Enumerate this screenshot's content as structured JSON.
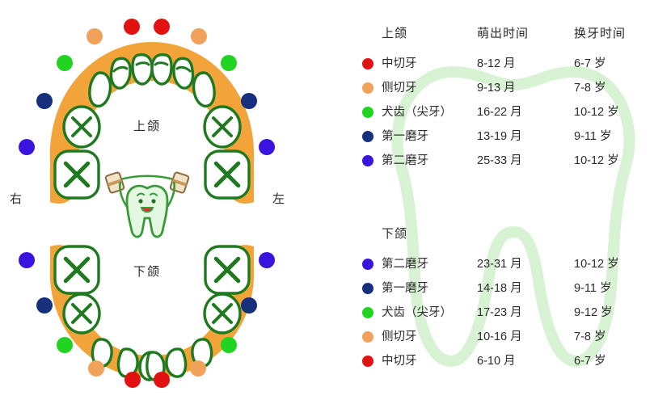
{
  "colors": {
    "central_incisor": "#e21212",
    "lateral_incisor": "#f0a25a",
    "canine": "#22d422",
    "first_molar": "#16307e",
    "second_molar": "#3a14dd",
    "gum": "#f2a33a",
    "tooth_outline": "#1f7a1f",
    "tooth_fill": "#ffffff",
    "watermark": "#d8f2d4",
    "text": "#2b2b2b"
  },
  "diagram": {
    "upper_label": "上颌",
    "lower_label": "下颌",
    "right_label": "右",
    "left_label": "左",
    "mascot_name": "smiling-tooth-with-barbell"
  },
  "table": {
    "headers": {
      "upper_jaw": "上颌",
      "lower_jaw": "下颌",
      "eruption": "萌出时间",
      "replacement": "换牙时间"
    },
    "upper_rows": [
      {
        "color": "#e21212",
        "name": "中切牙",
        "eruption": "8-12 月",
        "replacement": "6-7 岁"
      },
      {
        "color": "#f0a25a",
        "name": "侧切牙",
        "eruption": "9-13 月",
        "replacement": "7-8 岁"
      },
      {
        "color": "#22d422",
        "name": "犬齿（尖牙）",
        "eruption": "16-22 月",
        "replacement": "10-12 岁"
      },
      {
        "color": "#16307e",
        "name": "第一磨牙",
        "eruption": "13-19 月",
        "replacement": "9-11 岁"
      },
      {
        "color": "#3a14dd",
        "name": "第二磨牙",
        "eruption": "25-33 月",
        "replacement": "10-12 岁"
      }
    ],
    "lower_rows": [
      {
        "color": "#3a14dd",
        "name": "第二磨牙",
        "eruption": "23-31 月",
        "replacement": "10-12 岁"
      },
      {
        "color": "#16307e",
        "name": "第一磨牙",
        "eruption": "14-18 月",
        "replacement": "9-11 岁"
      },
      {
        "color": "#22d422",
        "name": "犬齿（尖牙）",
        "eruption": "17-23 月",
        "replacement": "9-12 岁"
      },
      {
        "color": "#f0a25a",
        "name": "侧切牙",
        "eruption": "10-16 月",
        "replacement": "7-8 岁"
      },
      {
        "color": "#e21212",
        "name": "中切牙",
        "eruption": "6-10 月",
        "replacement": "6-7 岁"
      }
    ]
  }
}
